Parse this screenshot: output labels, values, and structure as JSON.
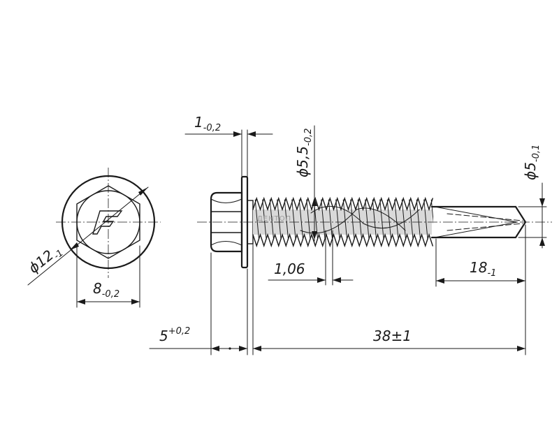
{
  "drawing": {
    "watermark": "ДЕНТОП",
    "dimensions": {
      "head_diameter": {
        "main": "ϕ12",
        "sub": "-1"
      },
      "hex_width": {
        "main": "8",
        "sub": "-0,2"
      },
      "washer_thickness": {
        "main": "1",
        "sub": "-0,2"
      },
      "thread_diameter": {
        "main": "ϕ5,5",
        "sub": "-0,2"
      },
      "drill_diameter": {
        "main": "ϕ5",
        "sub": "-0,1"
      },
      "thread_pitch": {
        "main": "1,06"
      },
      "drill_length": {
        "main": "18",
        "sub": "-1"
      },
      "head_height": {
        "main": "5",
        "sub": "+0,2"
      },
      "total_length": {
        "main": "38±1"
      }
    }
  }
}
